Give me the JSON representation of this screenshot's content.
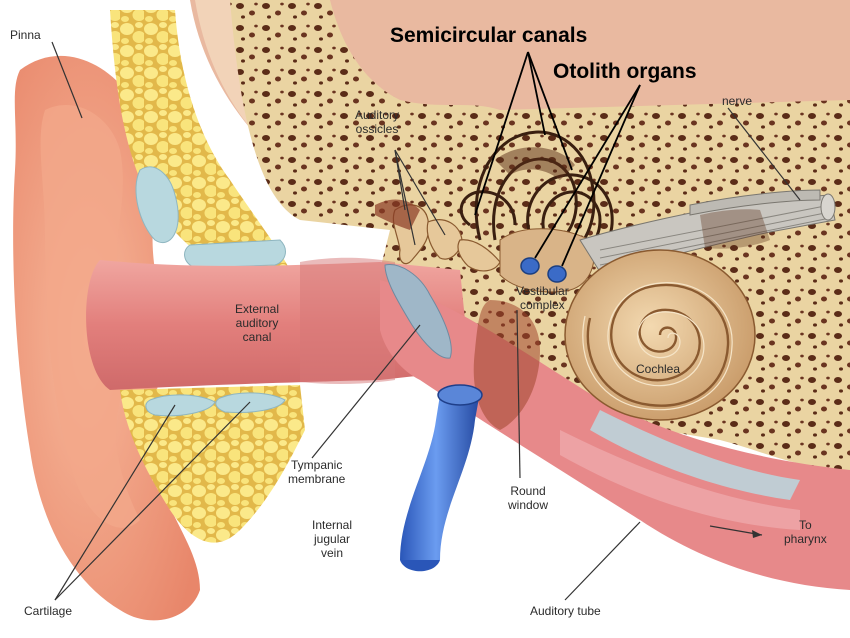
{
  "title": {
    "semicircular": "Semicircular canals",
    "otolith": "Otolith organs"
  },
  "labels": {
    "pinna": "Pinna",
    "nerve": "nerve",
    "ossicles_1": "Auditory",
    "ossicles_2": "ossicles",
    "canal_1": "External",
    "canal_2": "auditory",
    "canal_3": "canal",
    "vestibular_1": "Vestibular",
    "vestibular_2": "complex",
    "cochlea": "Cochlea",
    "tympanic_1": "Tympanic",
    "tympanic_2": "membrane",
    "round_1": "Round",
    "round_2": "window",
    "jugular_1": "Internal",
    "jugular_2": "jugular",
    "jugular_3": "vein",
    "pharynx_1": "To",
    "pharynx_2": "pharynx",
    "cartilage": "Cartilage",
    "tube": "Auditory tube"
  },
  "colors": {
    "skin": "#f0a080",
    "bone": "#e9d3a0",
    "bone_pore": "#5a2a1a",
    "fat": "#f6e070",
    "canal": "#e88a80",
    "vein": "#3a6fd0",
    "otolith": "#3b6bc7"
  }
}
